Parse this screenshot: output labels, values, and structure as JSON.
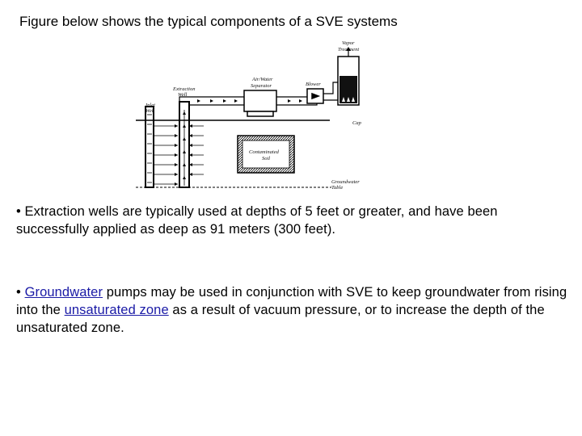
{
  "slide": {
    "title": "Figure below shows the typical components of a SVE systems",
    "paragraph1": {
      "text": "• Extraction wells are typically used at depths of 5 feet or greater, and have been successfully applied as deep as 91 meters (300 feet)."
    },
    "paragraph2": {
      "prefix": "• ",
      "link1": "Groundwater",
      "mid1": " pumps may be used in conjunction with SVE to keep groundwater from rising into the ",
      "link2": "unsaturated zone",
      "rest": " as a result of vacuum pressure, or to increase the depth of the unsaturated zone."
    }
  },
  "figure": {
    "labels": {
      "vapor_treatment_line1": "Vapor",
      "vapor_treatment_line2": "Treatment",
      "air_water_separator_line1": "Air/Water",
      "air_water_separator_line2": "Separator",
      "extraction_well_line1": "Extraction",
      "extraction_well_line2": "Well",
      "inlet_well_line1": "Inlet",
      "inlet_well_line2": "Well",
      "blower": "Blower",
      "cap": "Cap",
      "contaminated_soil_line1": "Contaminated",
      "contaminated_soil_line2": "Soil",
      "groundwater_table_line1": "Groundwater",
      "groundwater_table_line2": "Table"
    }
  }
}
